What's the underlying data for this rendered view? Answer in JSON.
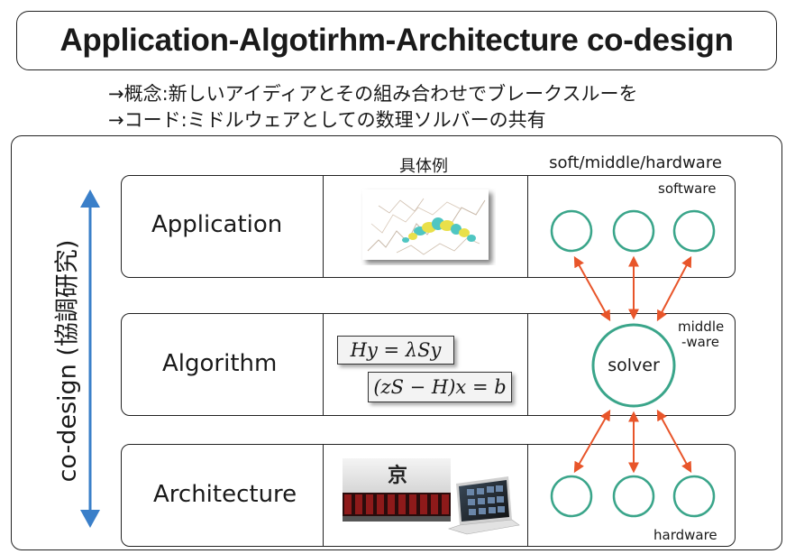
{
  "title": "Application-Algotirhm-Architecture co-design",
  "subtitle_lines": [
    "→概念:新しいアイディアとその組み合わせでブレークスルーを",
    "→コード:ミドルウェアとしての数理ソルバーの共有"
  ],
  "axis_label": "co-design (協調研究)",
  "column_headers": {
    "examples": "具体例",
    "layers": "soft/middle/hardware"
  },
  "rows": [
    {
      "label": "Application"
    },
    {
      "label": "Algorithm"
    },
    {
      "label": "Architecture"
    }
  ],
  "layer_labels": {
    "software": "software",
    "middleware_1": "middle",
    "middleware_2": "-ware",
    "hardware": "hardware"
  },
  "solver_label": "solver",
  "equations": [
    "Hy = λSy",
    "(zS − H)x = b"
  ],
  "colors": {
    "arrow_blue": "#3a7fc9",
    "arrow_orange": "#e8552a",
    "node_stroke": "#3aa58a"
  }
}
